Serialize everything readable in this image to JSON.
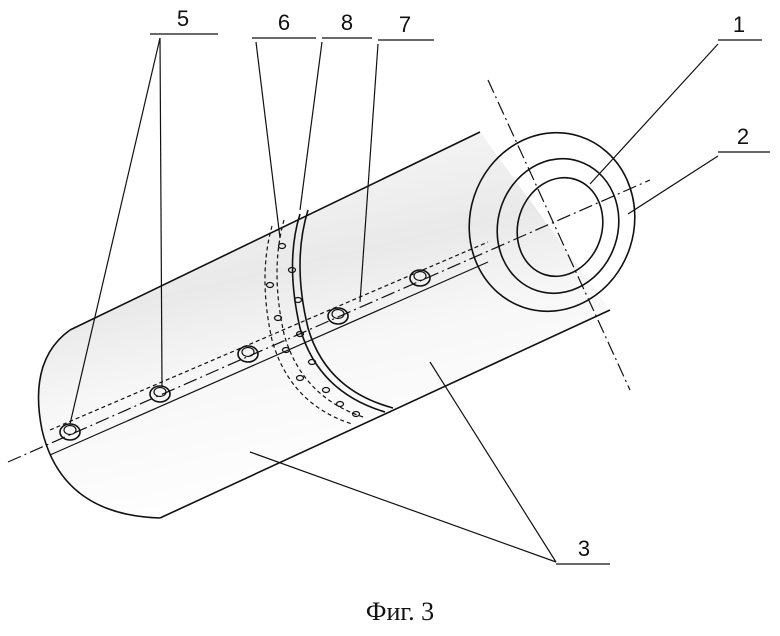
{
  "callouts": [
    "5",
    "6",
    "8",
    "7",
    "1",
    "2",
    "3"
  ],
  "caption": "Фиг. 3"
}
